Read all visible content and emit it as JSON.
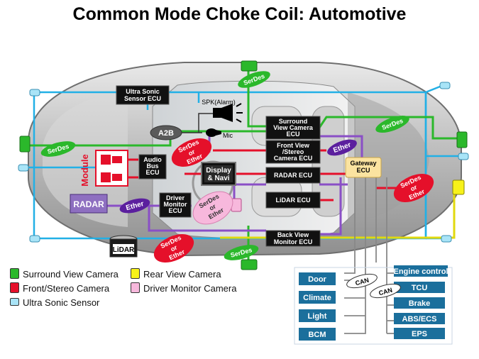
{
  "title": "Common Mode Choke Coil: Automotive",
  "ecus": {
    "ultrasonic": [
      "Ultra Sonic",
      "Sensor ECU"
    ],
    "surround": [
      "Surround",
      "View Camera",
      "ECU"
    ],
    "front_stereo": [
      "Front View",
      "/Stereo",
      "Camera ECU"
    ],
    "radar": [
      "RADAR ECU"
    ],
    "lidar": [
      "LiDAR ECU"
    ],
    "back_view": [
      "Back View",
      "Monitor ECU"
    ],
    "audio": [
      "Audio",
      "Bus",
      "ECU"
    ],
    "driver_monitor": [
      "Driver",
      "Monitor",
      "ECU"
    ],
    "display": [
      "Display",
      "& Navi"
    ],
    "gateway": [
      "Gateway",
      "ECU"
    ]
  },
  "labels": {
    "module": "Module",
    "radar_sensor": "RADAR",
    "lidar_sensor": "LiDAR",
    "a2b": "A2B",
    "spk": "SPK(Alarm)",
    "mic": "Mic",
    "serdes": "SerDes",
    "ether": "Ether",
    "serdes_or_ether": [
      "SerDes",
      "or",
      "Ether"
    ],
    "can": "CAN"
  },
  "can_left_nodes": [
    "Door",
    "Climate",
    "Light",
    "BCM"
  ],
  "can_right_nodes": [
    "Engine control",
    "TCU",
    "Brake",
    "ABS/ECS",
    "EPS"
  ],
  "legend": [
    {
      "label": "Surround View Camera",
      "color": "#2bb82b"
    },
    {
      "label": "Rear View Camera",
      "color": "#f7f21a"
    },
    {
      "label": "Front/Stereo Camera",
      "color": "#e5102a"
    },
    {
      "label": "Driver Monitor Camera",
      "color": "#f7b8dc"
    },
    {
      "label": "Ultra Sonic Sensor",
      "color": "#a9e4f7"
    }
  ],
  "colors": {
    "green": "#2bb82b",
    "red": "#e5102a",
    "purple": "#5b1f9e",
    "cyan": "#22b0e6",
    "blue_box": "#1b6f9c",
    "gateway": "#fbe3a0",
    "pink": "#f7b8dc",
    "yellow": "#f7f21a"
  }
}
